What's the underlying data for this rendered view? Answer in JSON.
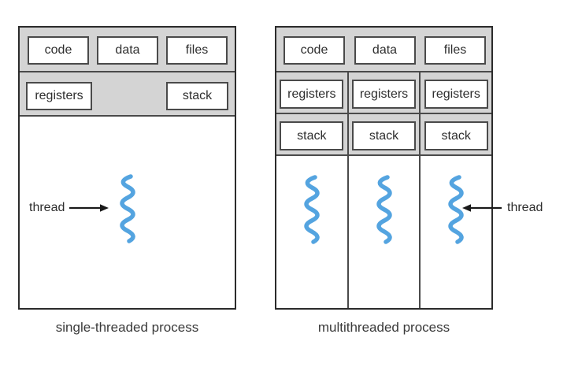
{
  "left_panel": {
    "header_boxes": [
      "code",
      "data",
      "files"
    ],
    "registers_label": "registers",
    "stack_label": "stack",
    "thread_label": "thread",
    "caption": "single-threaded process"
  },
  "right_panel": {
    "header_boxes": [
      "code",
      "data",
      "files"
    ],
    "columns": [
      {
        "registers_label": "registers",
        "stack_label": "stack"
      },
      {
        "registers_label": "registers",
        "stack_label": "stack"
      },
      {
        "registers_label": "registers",
        "stack_label": "stack"
      }
    ],
    "thread_label": "thread",
    "caption": "multithreaded process"
  },
  "icons": {
    "thread_squiggle": "thread-squiggle-icon",
    "arrow_right": "arrow-right-icon",
    "arrow_left": "arrow-left-icon"
  },
  "colors": {
    "thread_blue": "#54a4e0",
    "band_gray": "#d4d4d4",
    "outer_border": "#2b2b2b",
    "inner_border": "#4a4a4a",
    "arrow_black": "#1a1a1a",
    "text": "#2e2e2e",
    "caption_text": "#3a3a3a"
  }
}
